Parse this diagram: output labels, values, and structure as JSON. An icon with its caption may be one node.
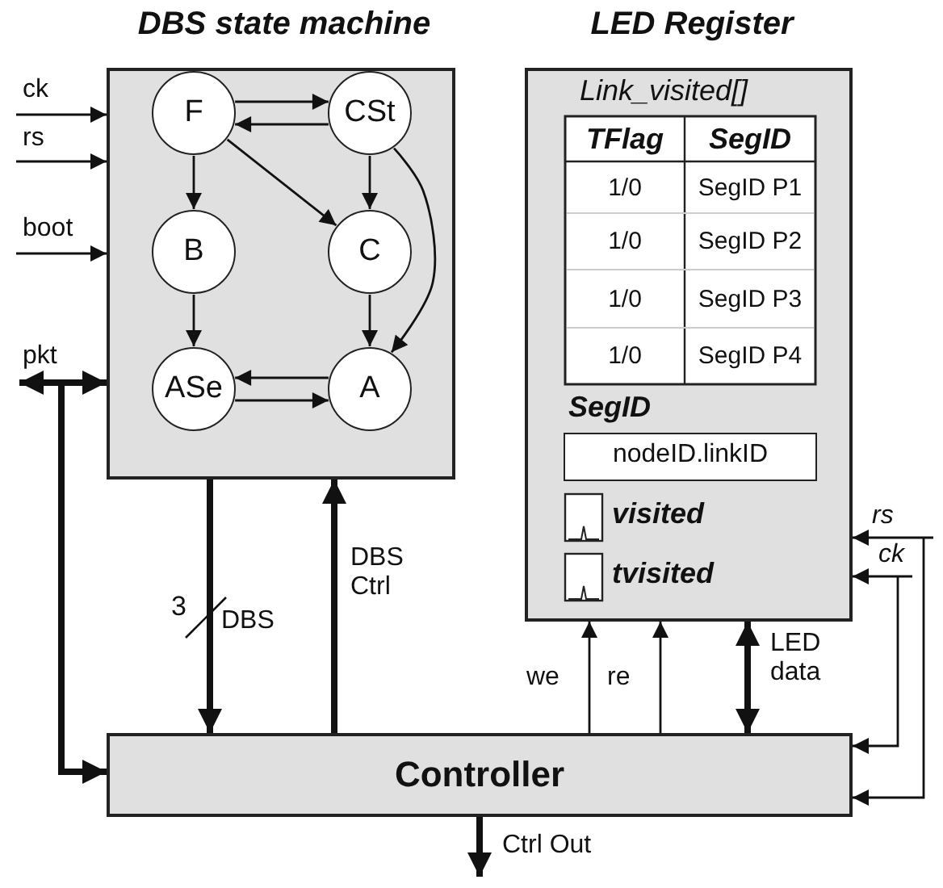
{
  "diagram": {
    "nodes": [
      {
        "text": [
          "DBS state machine"
        ]
      },
      {
        "text": [
          "F"
        ],
        "in": 0
      },
      {
        "text": [
          "CSt"
        ],
        "in": 0
      },
      {
        "text": [
          "B"
        ],
        "in": 0
      },
      {
        "text": [
          "C"
        ],
        "in": 0
      },
      {
        "text": [
          "ASe"
        ],
        "in": 0
      },
      {
        "text": [
          "A"
        ],
        "in": 0
      },
      {
        "text": [
          "LED Register",
          "Link_visited[]"
        ]
      },
      {
        "text": [
          "SegID",
          "nodeID.linkID"
        ],
        "in": 7
      },
      {
        "text": [
          "Controller"
        ]
      }
    ],
    "edges": [
      {
        "from": null,
        "to": 0,
        "arrow": "to",
        "label": "ck"
      },
      {
        "from": null,
        "to": 0,
        "arrow": "to",
        "label": "rs"
      },
      {
        "from": null,
        "to": 0,
        "arrow": "to",
        "label": "boot"
      },
      {
        "from": null,
        "to": 0,
        "arrow": "both",
        "label": "pkt",
        "style": "thick"
      },
      {
        "from": null,
        "to": 9,
        "arrow": "to",
        "style": "thick"
      },
      {
        "from": 1,
        "to": 2,
        "arrow": "to"
      },
      {
        "from": 2,
        "to": 1,
        "arrow": "to"
      },
      {
        "from": 1,
        "to": 3,
        "arrow": "to"
      },
      {
        "from": 1,
        "to": 4,
        "arrow": "to"
      },
      {
        "from": 2,
        "to": 4,
        "arrow": "to"
      },
      {
        "from": 2,
        "to": 6,
        "arrow": "to"
      },
      {
        "from": 3,
        "to": 5,
        "arrow": "to"
      },
      {
        "from": 4,
        "to": 6,
        "arrow": "to"
      },
      {
        "from": 6,
        "to": 5,
        "arrow": "to"
      },
      {
        "from": 5,
        "to": 6,
        "arrow": "to"
      },
      {
        "from": 0,
        "to": 9,
        "arrow": "to",
        "label": "DBS",
        "style": "thick"
      },
      {
        "from": 9,
        "to": 0,
        "arrow": "to",
        "label": "DBS Ctrl",
        "style": "thick"
      },
      {
        "from": 9,
        "to": 7,
        "arrow": "to",
        "label": "we"
      },
      {
        "from": 9,
        "to": 7,
        "arrow": "to",
        "label": "re"
      },
      {
        "from": 9,
        "to": 7,
        "arrow": "both",
        "label": "LED data",
        "style": "thick"
      },
      {
        "from": null,
        "to": 7,
        "arrow": "to",
        "label": "rs"
      },
      {
        "from": null,
        "to": 9,
        "arrow": "to"
      },
      {
        "from": null,
        "to": 7,
        "arrow": "to",
        "label": "ck"
      },
      {
        "from": null,
        "to": 9,
        "arrow": "to"
      },
      {
        "from": 9,
        "to": null,
        "arrow": "to",
        "label": "Ctrl Out",
        "style": "thick"
      }
    ],
    "labels": [
      "TFlag",
      "SegID",
      "1/0",
      "SegID P1",
      "1/0",
      "SegID P2",
      "1/0",
      "SegID P3",
      "1/0",
      "SegID P4",
      "visited",
      "tvisited",
      "3"
    ]
  }
}
